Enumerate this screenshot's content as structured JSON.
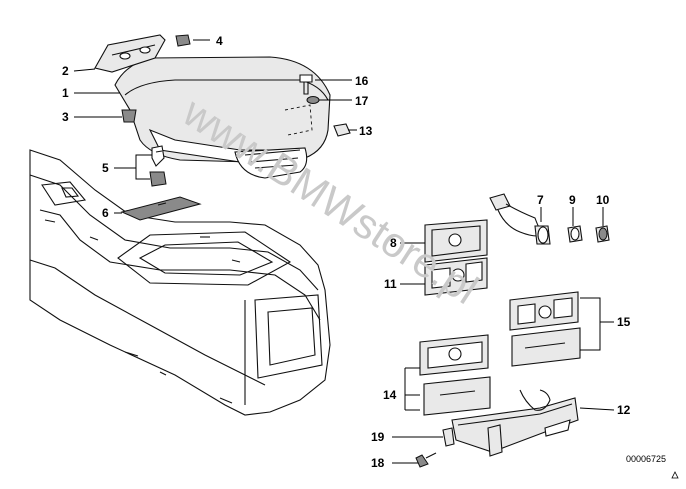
{
  "diagram": {
    "callouts": [
      {
        "id": "1",
        "label": "1"
      },
      {
        "id": "2",
        "label": "2"
      },
      {
        "id": "3",
        "label": "3"
      },
      {
        "id": "4",
        "label": "4"
      },
      {
        "id": "5",
        "label": "5"
      },
      {
        "id": "6",
        "label": "6"
      },
      {
        "id": "7",
        "label": "7"
      },
      {
        "id": "8",
        "label": "8"
      },
      {
        "id": "9",
        "label": "9"
      },
      {
        "id": "10",
        "label": "10"
      },
      {
        "id": "11",
        "label": "11"
      },
      {
        "id": "12",
        "label": "12"
      },
      {
        "id": "13",
        "label": "13"
      },
      {
        "id": "14",
        "label": "14"
      },
      {
        "id": "15",
        "label": "15"
      },
      {
        "id": "16",
        "label": "16"
      },
      {
        "id": "17",
        "label": "17"
      },
      {
        "id": "18",
        "label": "18"
      },
      {
        "id": "19",
        "label": "19"
      }
    ],
    "watermark": "www.BMWstore.pl",
    "reference_number": "00006725",
    "colors": {
      "line": "#000000",
      "part_fill": "#e9e9e9",
      "watermark": "#c9c9c9"
    }
  }
}
